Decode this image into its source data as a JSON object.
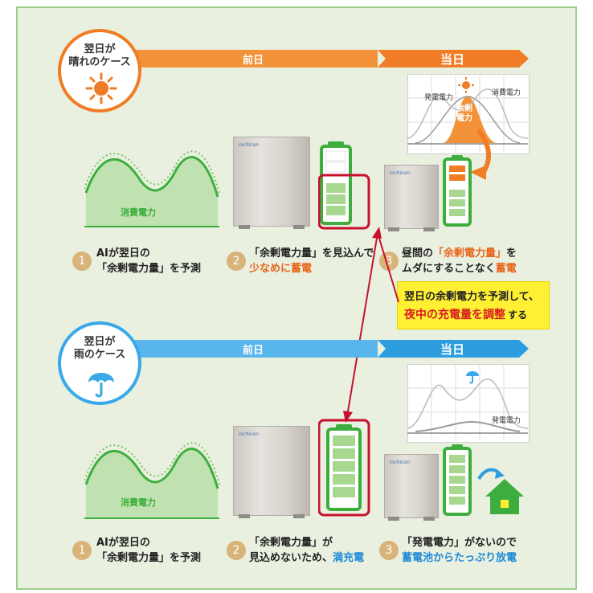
{
  "sunny": {
    "title_line1": "翌日が",
    "title_line2": "晴れのケース",
    "band_prev": "前日",
    "band_day": "当日",
    "graph_left_label": "発電電力",
    "graph_right_label": "消費電力",
    "graph_surplus_line1": "余剰",
    "graph_surplus_line2": "電力",
    "consumption_label": "消費電力",
    "step1": {
      "num": "1",
      "line1": "AIが翌日の",
      "line2": "「余剰電力量」を予測"
    },
    "step2": {
      "num": "2",
      "line1_a": "「余剰電力量」",
      "line1_b": "を見込んで",
      "line2_a": "少なめに",
      "line2_b": "蓄電"
    },
    "step3": {
      "num": "3",
      "line1_a": "昼間の",
      "line1_b": "「余剰電力量」",
      "line1_c": "を",
      "line2_a": "ムダにすることなく",
      "line2_b": "蓄電"
    }
  },
  "rainy": {
    "title_line1": "翌日が",
    "title_line2": "雨のケース",
    "band_prev": "前日",
    "band_day": "当日",
    "graph_label": "発電電力",
    "consumption_label": "消費電力",
    "step1": {
      "num": "1",
      "line1": "AIが翌日の",
      "line2": "「余剰電力量」を予測"
    },
    "step2": {
      "num": "2",
      "line1": "「余剰電力量」が",
      "line2_a": "見込めないため、",
      "line2_b": "満充電"
    },
    "step3": {
      "num": "3",
      "line1": "「発電電力」がないので",
      "line2": "蓄電池からたっぷり放電"
    }
  },
  "callout": {
    "line1": "翌日の余剰電力を予測して、",
    "line2_a": "夜中の充電量を調整",
    "line2_b": "する"
  },
  "brand": "nichicon",
  "colors": {
    "orange": "#f07d25",
    "blue": "#39a9e8",
    "green": "#3dae3d",
    "red": "#d81f1f",
    "yellow": "#fff033"
  }
}
